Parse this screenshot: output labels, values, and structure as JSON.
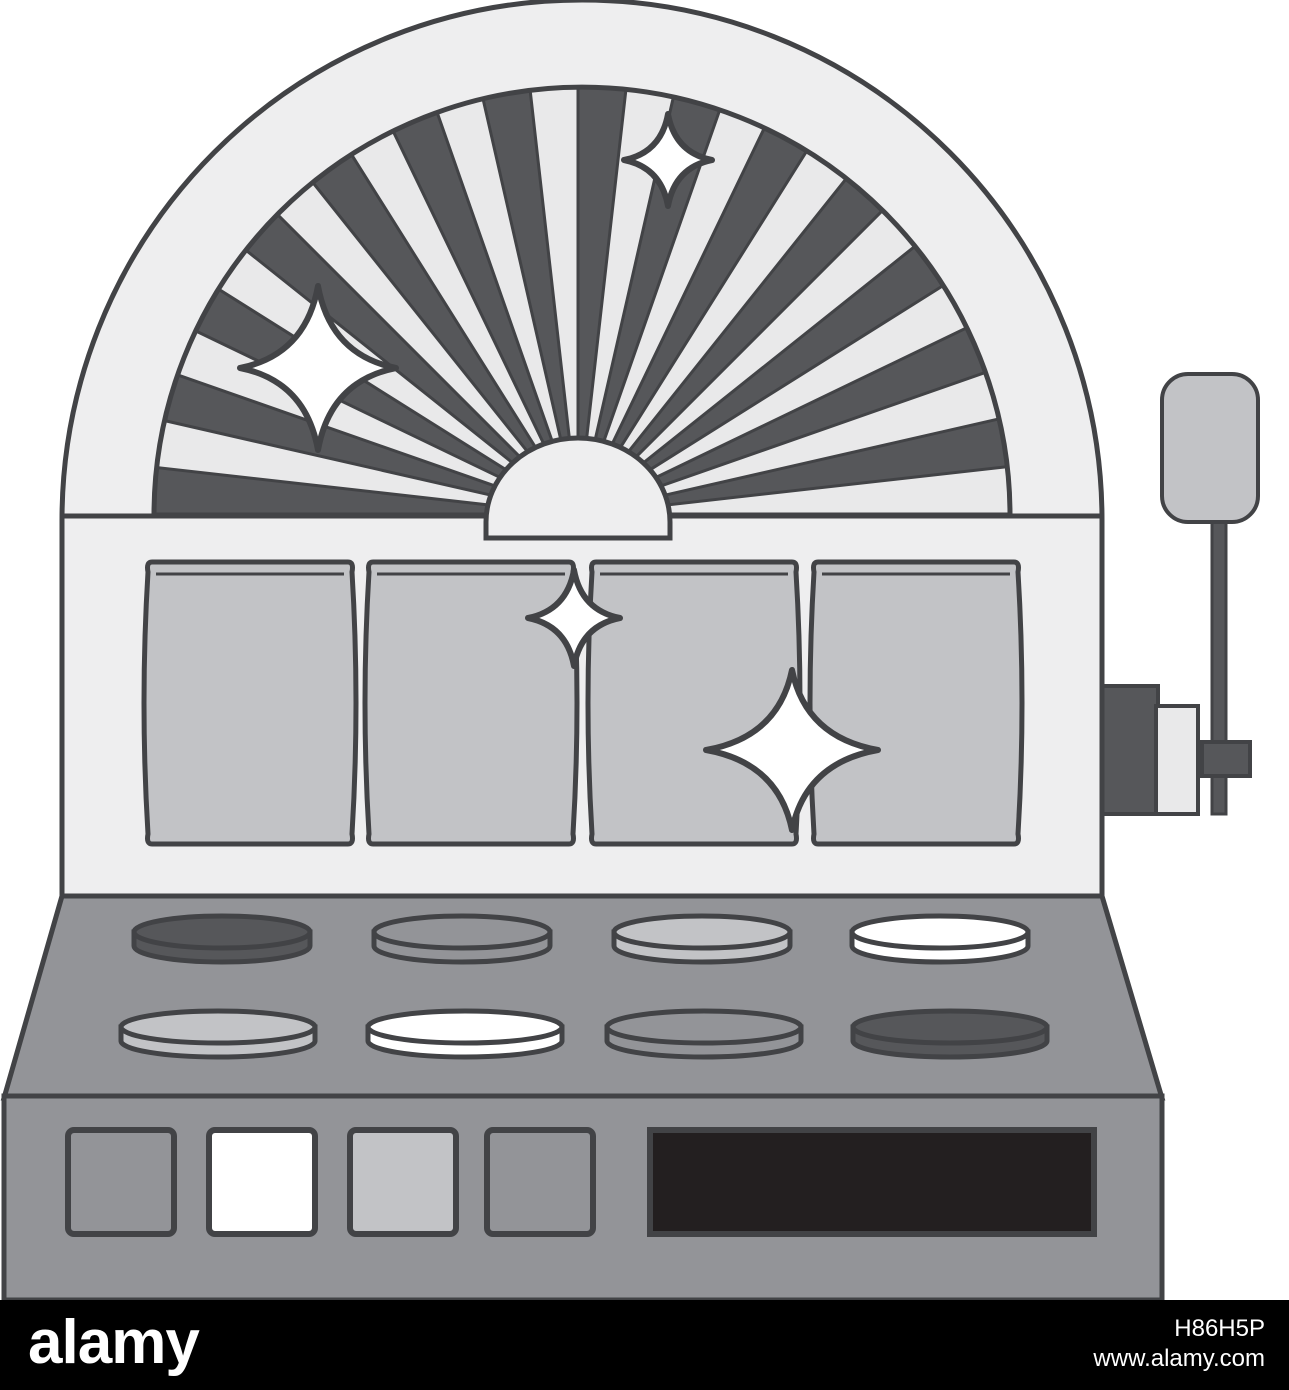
{
  "colors": {
    "outline": "#424346",
    "cabinet_white": "#eeeeef",
    "ray_dark": "#56575a",
    "ray_light": "#e9e9ea",
    "reel_gray": "#c2c3c6",
    "base_gray": "#939498",
    "display_black": "#231f20",
    "sparkle": "#ffffff",
    "footer_bg": "#000000",
    "footer_text": "#ffffff"
  },
  "scene": {
    "rays": 28,
    "reels": 4,
    "chip_fills": [
      [
        "#56575a",
        "#939498",
        "#c2c3c6",
        "#ffffff"
      ],
      [
        "#c2c3c6",
        "#ffffff",
        "#939498",
        "#56575a"
      ]
    ],
    "button_fills": [
      "#939498",
      "#ffffff",
      "#c2c3c6",
      "#939498"
    ],
    "icons": [
      "sparkle-icon",
      "lever-icon",
      "chip-icon"
    ]
  },
  "footer": {
    "brand": "alamy",
    "image_id": "H86H5P",
    "site": "www.alamy.com"
  }
}
